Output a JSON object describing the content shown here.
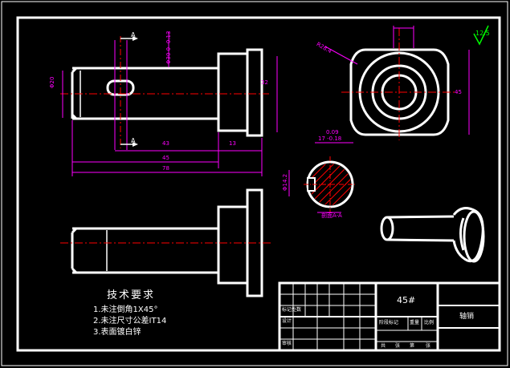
{
  "drawing": {
    "colors": {
      "background": "#000000",
      "outline": "#ffffff",
      "centerline": "#ff0000",
      "dimension": "#ff00ff",
      "hatch": "#ff0000",
      "roughness": "#00ff00"
    },
    "roughness_value": "12.5",
    "section_label": "A",
    "dimensions": {
      "dia_left": "Φ20",
      "dia_head_top": "Φ30",
      "len_43": "43",
      "len_13": "13",
      "len_45": "45",
      "len_78": "78",
      "dim_top_phi": "Φ30 0 -0.13",
      "tol_top": "0.09",
      "tol_top2": "17 -0.18",
      "circle_r": "R28.4",
      "head_height": "32",
      "section_dia": "Φ14.2",
      "section_label": "剖面A-A"
    },
    "requirements": {
      "title": "技术要求",
      "lines": [
        "1.未注倒角1X45°",
        "2.未注尺寸公差IT14",
        "3.表面镀白锌"
      ]
    },
    "title_block": {
      "material": "45#",
      "part_name": "轴销",
      "row_labels": [
        "标记处数",
        "设计",
        "审核"
      ],
      "mid_labels": [
        "阶段标记",
        "重量",
        "比例"
      ],
      "bottom_labels": [
        "共",
        "张",
        "第",
        "张"
      ]
    }
  }
}
